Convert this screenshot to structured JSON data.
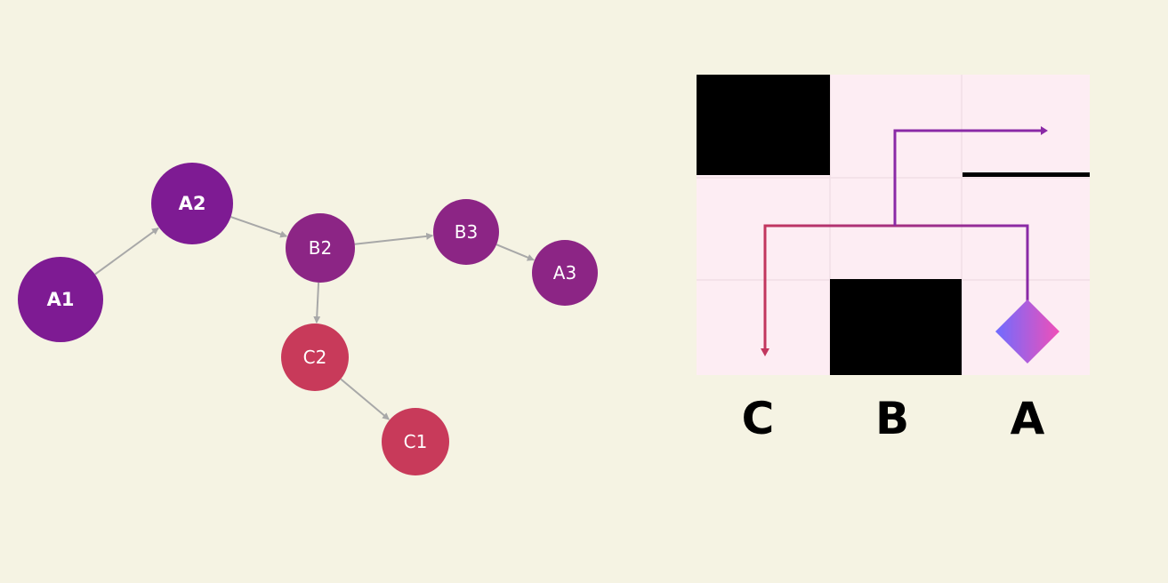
{
  "graph": {
    "nodes": [
      {
        "id": "A1",
        "label": "A1",
        "group": "A",
        "bold": true
      },
      {
        "id": "A2",
        "label": "A2",
        "group": "A",
        "bold": true
      },
      {
        "id": "B2",
        "label": "B2",
        "group": "B",
        "bold": false
      },
      {
        "id": "B3",
        "label": "B3",
        "group": "B",
        "bold": false
      },
      {
        "id": "A3",
        "label": "A3",
        "group": "B",
        "bold": false
      },
      {
        "id": "C2",
        "label": "C2",
        "group": "C",
        "bold": false
      },
      {
        "id": "C1",
        "label": "C1",
        "group": "C",
        "bold": false
      }
    ],
    "edges": [
      {
        "from": "A1",
        "to": "A2"
      },
      {
        "from": "A2",
        "to": "B2"
      },
      {
        "from": "B2",
        "to": "B3"
      },
      {
        "from": "B3",
        "to": "A3"
      },
      {
        "from": "B2",
        "to": "C2"
      },
      {
        "from": "C2",
        "to": "C1"
      }
    ],
    "colors": {
      "A": "#7e1b93",
      "B": "#8c2585",
      "C": "#c83a5a",
      "edge": "#a8a8a8"
    }
  },
  "grid": {
    "columns": [
      "C",
      "B",
      "A"
    ],
    "colors": {
      "cell_bg": "#fdedf3",
      "cell_line": "#f2dfe6",
      "wall": "#000000",
      "path_start": "#8a2aa6",
      "path_end": "#c2365e",
      "diamond_start": "#6f6cff",
      "diamond_end": "#f04fb8"
    }
  }
}
